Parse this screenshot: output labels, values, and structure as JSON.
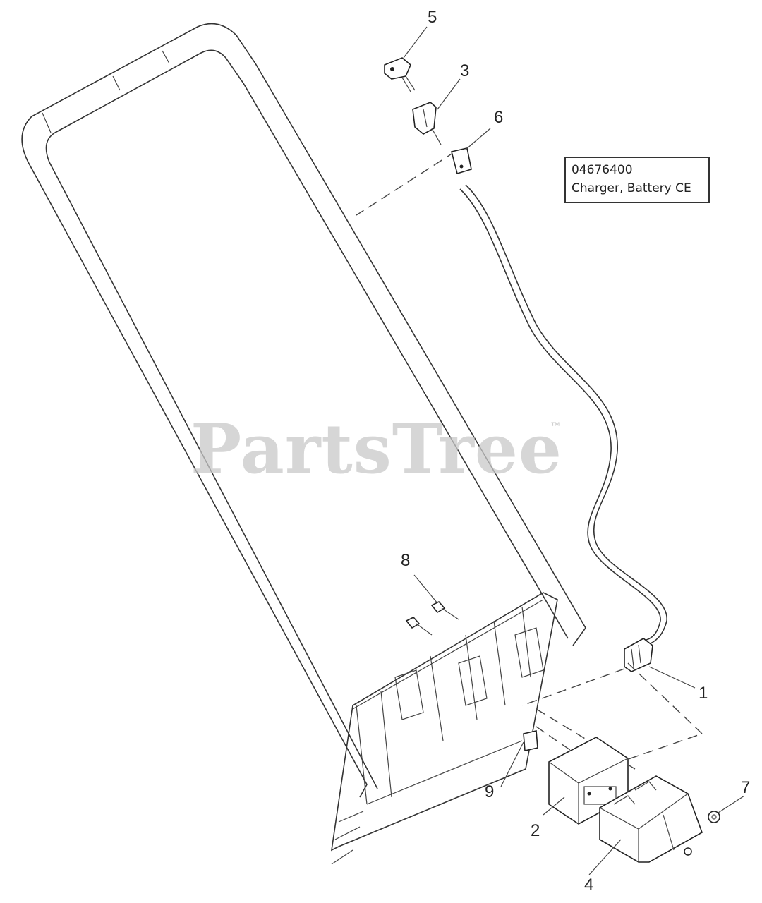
{
  "callouts": {
    "c1": "1",
    "c2": "2",
    "c3": "3",
    "c4": "4",
    "c5": "5",
    "c6": "6",
    "c7": "7",
    "c8": "8",
    "c9": "9"
  },
  "note": {
    "part_number": "04676400",
    "description": "Charger, Battery CE"
  },
  "watermark": {
    "brand": "PartsTree",
    "tm": "™"
  }
}
